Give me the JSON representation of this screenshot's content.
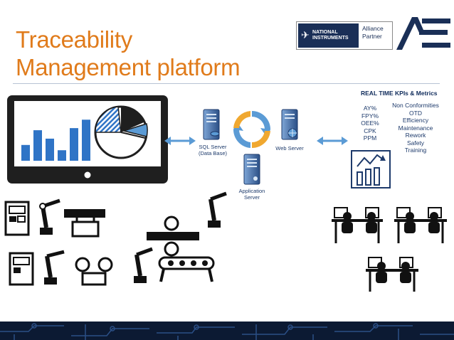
{
  "title": {
    "line1": "Traceability",
    "line2": "Management platform"
  },
  "logo": {
    "brand_line1": "NATIONAL",
    "brand_line2": "INSTRUMENTS",
    "partner_line1": "Alliance",
    "partner_line2": "Partner"
  },
  "servers": {
    "sql_line1": "SQL Server",
    "sql_line2": "(Data Base)",
    "web": "Web Server",
    "app_line1": "Application",
    "app_line2": "Server"
  },
  "kpis": {
    "title": "REAL TIME KPIs & Metrics",
    "left": [
      "AY%",
      "FPY%",
      "OEE%",
      "CPK",
      "PPM"
    ],
    "right": [
      "Non Conformities",
      "OTD",
      "Efficiency",
      "Maintenance",
      "Rework",
      "Safety",
      "Training"
    ]
  },
  "dashboard_chart": {
    "bars": [
      0.3,
      0.58,
      0.42,
      0.2,
      0.62,
      0.78
    ],
    "bar_color": "#2f74c6",
    "pie_fills": [
      "#1f1f1f",
      "#5b9bd5",
      "#ffffff",
      "#ffffff"
    ]
  },
  "colors": {
    "title": "#e07b1b",
    "arrow": "#5b9bd5",
    "navy": "#1a2f57",
    "cycle": "#f0a830"
  }
}
